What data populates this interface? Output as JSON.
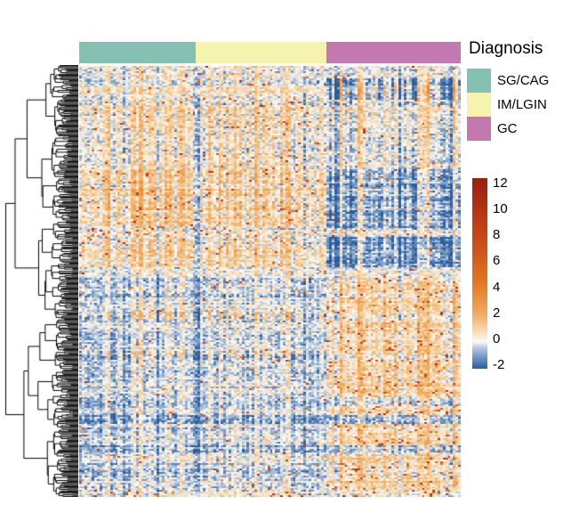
{
  "legend": {
    "title": "Diagnosis",
    "groups": [
      {
        "label": "SG/CAG",
        "color": "#85C0B2"
      },
      {
        "label": "IM/LGIN",
        "color": "#F6F3AF"
      },
      {
        "label": "GC",
        "color": "#C478B1"
      }
    ]
  },
  "colorbar": {
    "min": -2,
    "max": 12,
    "ticks": [
      12,
      10,
      8,
      6,
      4,
      2,
      0,
      -2
    ]
  },
  "chart_data": {
    "type": "heatmap",
    "title": "",
    "legend_position": "right",
    "row_dendrogram": true,
    "column_annotation_title": "Diagnosis",
    "rows": 242,
    "cols": 148,
    "value_range": [
      -2,
      12
    ],
    "col_groups": [
      {
        "name": "SG/CAG",
        "fraction": 0.305
      },
      {
        "name": "IM/LGIN",
        "fraction": 0.343
      },
      {
        "name": "GC",
        "fraction": 0.352
      }
    ],
    "colormap": [
      [
        -2.0,
        "#2B5D9B"
      ],
      [
        -1.2,
        "#6E93C2"
      ],
      [
        -0.5,
        "#B3C8DF"
      ],
      [
        -0.15,
        "#E6EBF2"
      ],
      [
        0.0,
        "#FBFAF7"
      ],
      [
        0.4,
        "#F9E9D2"
      ],
      [
        1.0,
        "#F7D3A2"
      ],
      [
        1.8,
        "#F2B26C"
      ],
      [
        3.0,
        "#EC9343"
      ],
      [
        4.5,
        "#E2761F"
      ],
      [
        6.5,
        "#D0571B"
      ],
      [
        9.0,
        "#BA3A15"
      ],
      [
        12.0,
        "#9A200E"
      ]
    ],
    "row_bands": [
      {
        "span": [
          0.0,
          0.03
        ],
        "mean": [
          0.25,
          0.25,
          0.1
        ],
        "stripe": [
          0.5,
          0.5,
          0.6
        ],
        "hot": [
          0.015,
          0.015,
          0.02
        ]
      },
      {
        "span": [
          0.03,
          0.08
        ],
        "mean": [
          0.15,
          0.15,
          -0.45
        ],
        "stripe": [
          0.5,
          0.5,
          1.9
        ],
        "hot": [
          0.015,
          0.015,
          0.015
        ]
      },
      {
        "span": [
          0.08,
          0.24
        ],
        "mean": [
          0.35,
          0.3,
          0.05
        ],
        "stripe": [
          0.7,
          0.8,
          0.9
        ],
        "hot": [
          0.02,
          0.02,
          0.02
        ]
      },
      {
        "span": [
          0.24,
          0.375
        ],
        "mean": [
          0.85,
          0.7,
          -0.8
        ],
        "stripe": [
          0.8,
          0.8,
          1.0
        ],
        "hot": [
          0.035,
          0.03,
          0.008
        ]
      },
      {
        "span": [
          0.375,
          0.395
        ],
        "mean": [
          0.1,
          0.1,
          -0.05
        ],
        "stripe": [
          0.4,
          0.4,
          0.6
        ],
        "hot": [
          0.05,
          0.05,
          0.05
        ]
      },
      {
        "span": [
          0.395,
          0.435
        ],
        "mean": [
          0.75,
          0.6,
          -0.95
        ],
        "stripe": [
          0.8,
          0.8,
          0.9
        ],
        "hot": [
          0.03,
          0.025,
          0.006
        ]
      },
      {
        "span": [
          0.435,
          0.468
        ],
        "mean": [
          0.55,
          0.45,
          -1.25
        ],
        "stripe": [
          0.7,
          0.7,
          0.8
        ],
        "hot": [
          0.02,
          0.02,
          0.004
        ]
      },
      {
        "span": [
          0.468,
          0.49
        ],
        "mean": [
          0.1,
          0.1,
          0.15
        ],
        "stripe": [
          0.4,
          0.4,
          0.5
        ],
        "hot": [
          0.01,
          0.01,
          0.02
        ]
      },
      {
        "span": [
          0.49,
          0.57
        ],
        "mean": [
          -0.35,
          -0.3,
          0.85
        ],
        "stripe": [
          0.5,
          0.5,
          0.7
        ],
        "hot": [
          0.012,
          0.012,
          0.05
        ]
      },
      {
        "span": [
          0.57,
          0.592
        ],
        "mean": [
          -0.1,
          -0.1,
          0.3
        ],
        "stripe": [
          1.2,
          1.2,
          0.8
        ],
        "hot": [
          0.01,
          0.01,
          0.03
        ]
      },
      {
        "span": [
          0.592,
          0.66
        ],
        "mean": [
          -0.35,
          -0.3,
          0.85
        ],
        "stripe": [
          0.5,
          0.5,
          0.7
        ],
        "hot": [
          0.012,
          0.012,
          0.05
        ]
      },
      {
        "span": [
          0.66,
          0.682
        ],
        "mean": [
          -0.5,
          -0.45,
          0.45
        ],
        "stripe": [
          1.1,
          1.1,
          0.8
        ],
        "hot": [
          0.01,
          0.01,
          0.03
        ]
      },
      {
        "span": [
          0.682,
          0.77
        ],
        "mean": [
          -0.35,
          -0.3,
          0.9
        ],
        "stripe": [
          0.5,
          0.5,
          0.7
        ],
        "hot": [
          0.012,
          0.012,
          0.055
        ]
      },
      {
        "span": [
          0.77,
          0.79
        ],
        "mean": [
          -0.75,
          -0.75,
          -0.3
        ],
        "stripe": [
          0.6,
          0.6,
          0.7
        ],
        "hot": [
          0.008,
          0.008,
          0.02
        ]
      },
      {
        "span": [
          0.79,
          0.81
        ],
        "mean": [
          -0.3,
          -0.25,
          0.8
        ],
        "stripe": [
          0.5,
          0.5,
          0.7
        ],
        "hot": [
          0.012,
          0.012,
          0.05
        ]
      },
      {
        "span": [
          0.81,
          0.832
        ],
        "mean": [
          -0.85,
          -0.8,
          -0.4
        ],
        "stripe": [
          0.6,
          0.6,
          0.7
        ],
        "hot": [
          0.008,
          0.008,
          0.02
        ]
      },
      {
        "span": [
          0.832,
          0.88
        ],
        "mean": [
          -0.3,
          -0.25,
          0.85
        ],
        "stripe": [
          0.5,
          0.5,
          0.7
        ],
        "hot": [
          0.012,
          0.012,
          0.05
        ]
      },
      {
        "span": [
          0.88,
          0.902
        ],
        "mean": [
          -0.8,
          -0.75,
          -0.35
        ],
        "stripe": [
          0.6,
          0.6,
          0.7
        ],
        "hot": [
          0.008,
          0.008,
          0.02
        ]
      },
      {
        "span": [
          0.902,
          0.985
        ],
        "mean": [
          -0.3,
          -0.25,
          0.85
        ],
        "stripe": [
          0.5,
          0.5,
          0.7
        ],
        "hot": [
          0.012,
          0.012,
          0.05
        ]
      },
      {
        "span": [
          0.985,
          1.0
        ],
        "mean": [
          0.35,
          0.4,
          0.55
        ],
        "stripe": [
          0.4,
          0.4,
          0.4
        ],
        "hot": [
          0.06,
          0.06,
          0.06
        ]
      }
    ],
    "noise_sd": 0.55,
    "row_effect_sd": 0.28,
    "col_effect_sd": 0.8,
    "seed": 7,
    "dendrogram": {
      "leaves": 400,
      "exponent": 0.5,
      "jitter": 16
    }
  }
}
